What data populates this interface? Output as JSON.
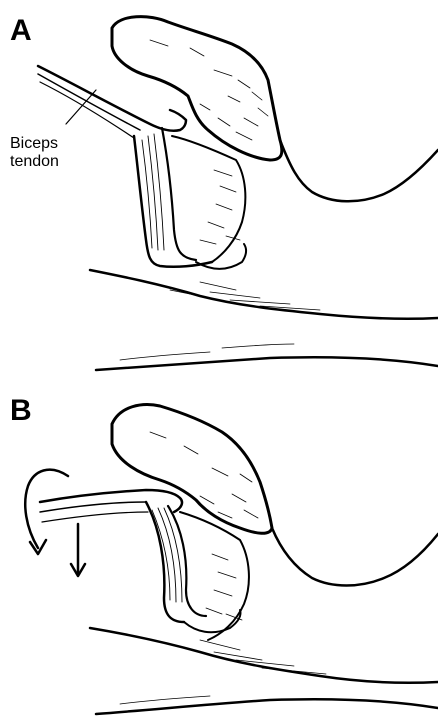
{
  "figure": {
    "panels": [
      {
        "id": "A",
        "label": "A",
        "callout": {
          "line1": "Biceps",
          "line2": "tendon"
        }
      },
      {
        "id": "B",
        "label": "B",
        "arrows": [
          "rotation-arrow",
          "downward-arrow"
        ]
      }
    ],
    "line_color": "#000000",
    "background": "#ffffff"
  }
}
